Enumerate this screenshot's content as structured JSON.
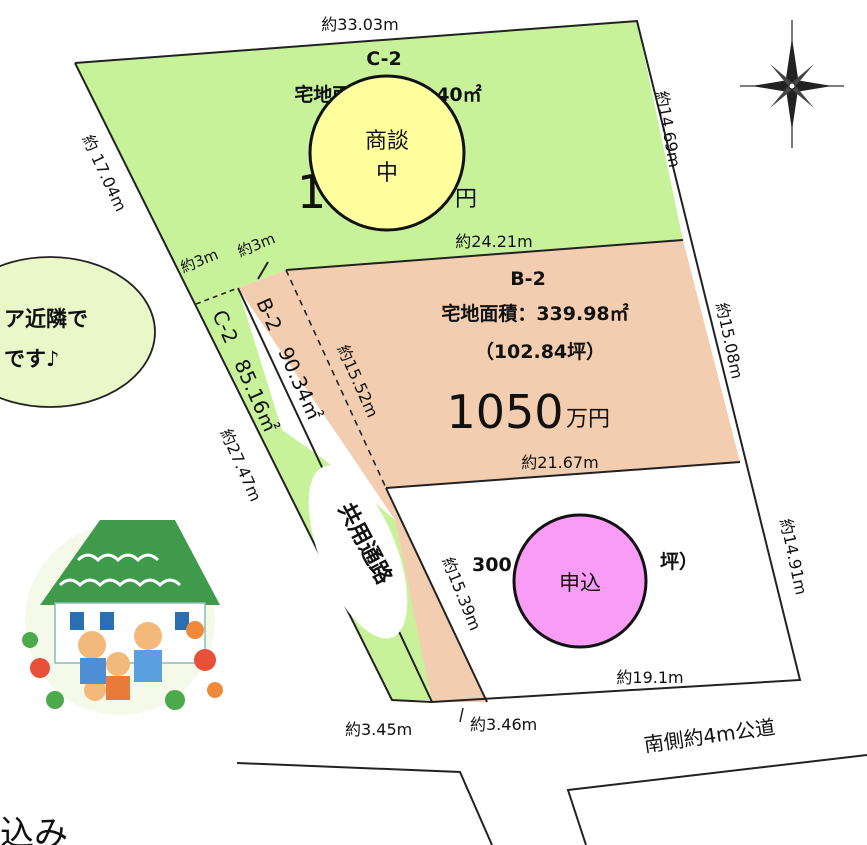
{
  "colors": {
    "lot_c": "#c7f29a",
    "lot_b": "#f3cdb0",
    "lot_a": "#ffffff",
    "badge_negotiation": "#ffff9e",
    "badge_applied": "#f99cf6",
    "bubble": "#e9f7c9"
  },
  "lot_c": {
    "name": "C-2",
    "area": "宅地面積：170.40㎡",
    "price_number": "1",
    "price_unit": "円",
    "top_edge": "約33.03m",
    "right_edge": "約14.69m",
    "left_edge": "約 17.04m",
    "bottom_edge": "約24.21m",
    "gap_a": "約3m",
    "gap_b": "約3m"
  },
  "lot_b": {
    "name": "B-2",
    "area": "宅地面積：339.98㎡",
    "tsubo": "（102.84坪）",
    "price_number": "1050",
    "price_unit": "万円",
    "right_edge": "約15.08m",
    "bottom_edge": "約21.67m",
    "dashed_edge": "約15.52m"
  },
  "strip_c": {
    "label": "C-2　85.16㎡"
  },
  "strip_b": {
    "label": "B-2　90.34㎡"
  },
  "left_long_edge": "約27.47m",
  "shared_road": "共用通路",
  "lot_a": {
    "area_fragment_left": "300",
    "area_fragment_right": "坪）",
    "left_edge": "約15.39m",
    "right_edge": "約14.91m",
    "bottom_edge": "約19.1m"
  },
  "bottom_dims": {
    "left": "約3.45m",
    "right": "約3.46m"
  },
  "road_label": "南側約4m公道",
  "badge_negotiation": {
    "line1": "商談",
    "line2": "中"
  },
  "badge_applied": {
    "label": "申込"
  },
  "speech_bubble": {
    "line1": "ア近隣で",
    "line2": "です♪"
  },
  "bottom_left_text": "込み",
  "icons": [
    "compass-rose-icon",
    "family-house-illustration"
  ]
}
